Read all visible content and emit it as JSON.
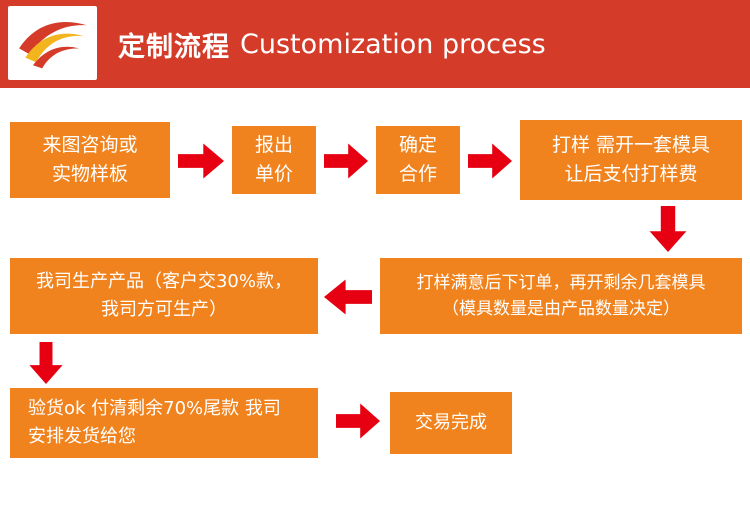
{
  "header": {
    "title_cn": "定制流程",
    "title_en": "Customization process",
    "logo": "brand-swoosh"
  },
  "colors": {
    "header_bg": "#d43b29",
    "box_orange": "#f0831e",
    "arrow_red": "#e60012",
    "logo_yellow": "#f2b51e"
  },
  "flow": {
    "steps": [
      {
        "id": "inquiry",
        "lines": [
          "来图咨询或",
          "实物样板"
        ]
      },
      {
        "id": "quote",
        "lines": [
          "报出",
          "单价"
        ]
      },
      {
        "id": "confirm",
        "lines": [
          "确定",
          "合作"
        ]
      },
      {
        "id": "sampling",
        "lines": [
          "打样 需开一套模具",
          "让后支付打样费"
        ]
      },
      {
        "id": "order",
        "lines": [
          "打样满意后下订单，再开剩余几套模具",
          "（模具数量是由产品数量决定）"
        ]
      },
      {
        "id": "production",
        "lines": [
          "我司生产产品（客户交30%款，",
          "我司方可生产）"
        ]
      },
      {
        "id": "shipping",
        "lines": [
          "验货ok  付清剩余70%尾款  我司",
          "安排发货给您"
        ]
      },
      {
        "id": "complete",
        "lines": [
          "交易完成"
        ]
      }
    ]
  }
}
